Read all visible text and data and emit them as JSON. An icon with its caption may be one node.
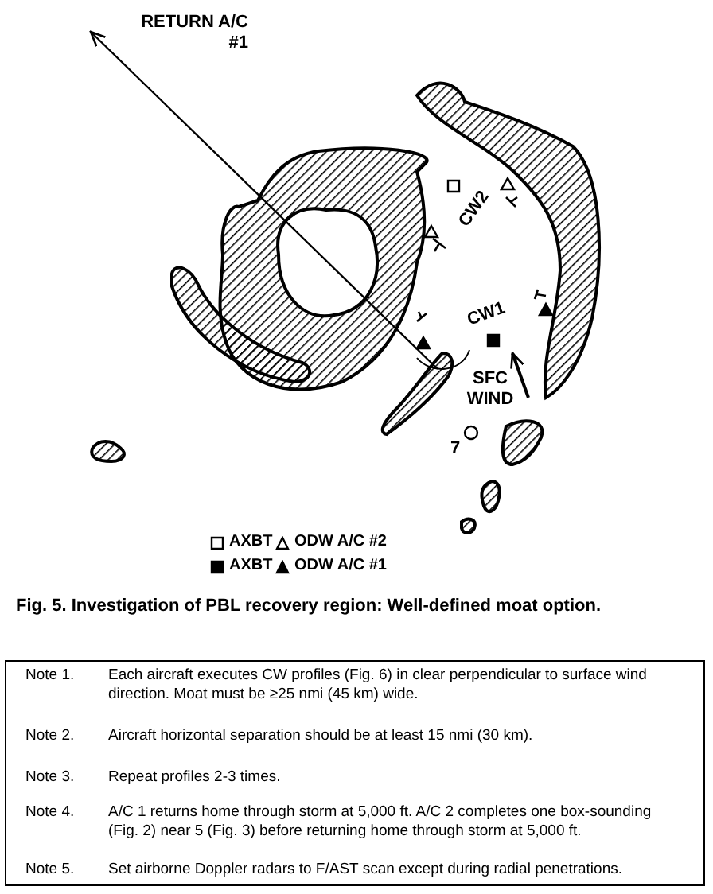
{
  "diagram": {
    "caption": "Fig. 5. Investigation of PBL recovery region: Well-defined moat option.",
    "labels": [
      "RETURN A/C #1",
      "CW2",
      "CW1",
      "SFC WIND",
      "7",
      "Note 1.",
      "Each aircraft executes CW profiles (Fig. 6) in clear perpendicular to surface wind direction. Moat must be ≥25 nmi (45 km) wide.",
      "Note 2.",
      "Aircraft horizontal separation should be at least 15 nmi (30 km).",
      "Note 3.",
      "Repeat profiles 2-3 times.",
      "Note 4.",
      "A/C 1 returns home through storm at 5,000 ft. A/C 2 completes one box-sounding (Fig. 2) near 5 (Fig. 3) before returning home through storm at 5,000 ft.",
      "Note 5.",
      "Set airborne Doppler radars to F/AST scan except during radial penetrations."
    ],
    "legend": [
      {
        "text": "AXBT"
      },
      {
        "text": "ODW A/C #2"
      },
      {
        "text": "AXBT"
      },
      {
        "text": "ODW A/C #1"
      }
    ]
  }
}
